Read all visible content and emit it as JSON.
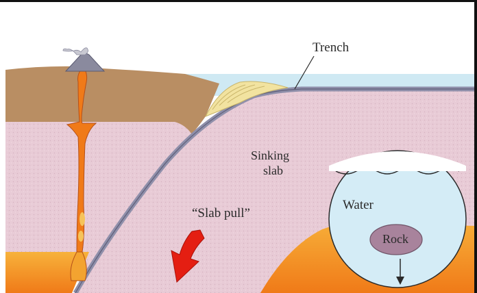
{
  "labels": {
    "trench": "Trench",
    "sinking_slab_line1": "Sinking",
    "sinking_slab_line2": "slab",
    "slab_pull": "“Slab pull”",
    "water": "Water",
    "rock": "Rock"
  },
  "colors": {
    "ocean": "#cfe9f3",
    "continental_crust": "#b98e63",
    "mantle": "#e8cbd6",
    "slab_edge": "#8f8faa",
    "magma": "#f07a18",
    "hot_mantle": "#f4a024",
    "sediment": "#f2e3a0",
    "arrow": "#e41e12",
    "rock": "#a8839c",
    "inset_water": "#d4ecf6"
  },
  "icons": {
    "volcano": "volcano-icon",
    "arrow": "red-arrow-icon"
  }
}
